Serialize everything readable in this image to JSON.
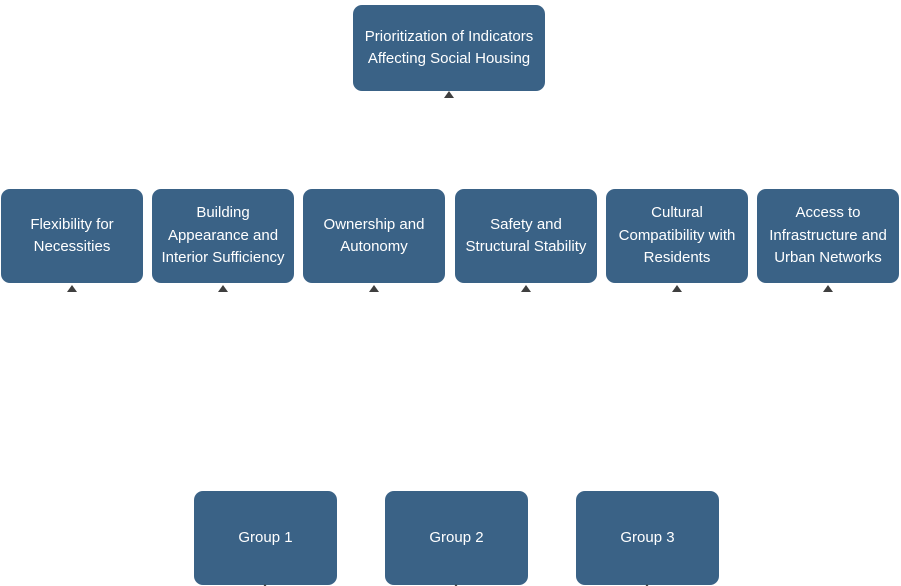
{
  "colors": {
    "node_fill": "#3A6286",
    "node_text": "#FFFFFF",
    "page_background": "#FFFFFF",
    "connector": "#3F3F3F"
  },
  "diagram": {
    "goal": {
      "label": "Prioritization of Indicators Affecting Social Housing"
    },
    "criteria": [
      {
        "label": "Flexibility for Necessities"
      },
      {
        "label": "Building Appearance and Interior Sufficiency"
      },
      {
        "label": "Ownership and Autonomy"
      },
      {
        "label": "Safety and Structural Stability"
      },
      {
        "label": "Cultural Compatibility with Residents"
      },
      {
        "label": "Access to Infrastructure and Urban Networks"
      }
    ],
    "groups": [
      {
        "label": "Group 1"
      },
      {
        "label": "Group 2"
      },
      {
        "label": "Group 3"
      }
    ]
  }
}
